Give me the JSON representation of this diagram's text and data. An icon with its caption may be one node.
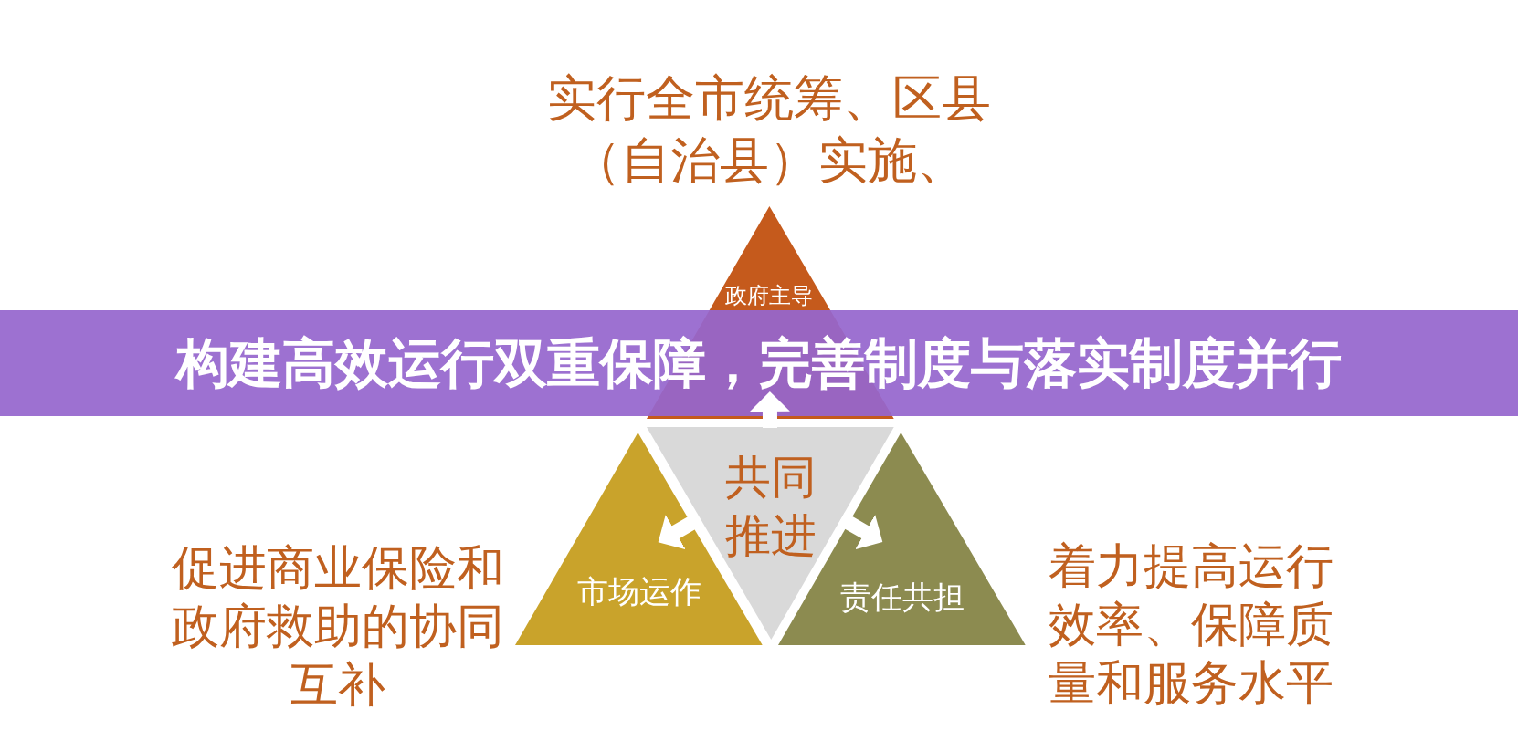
{
  "diagram": {
    "title": "构建高效运行双重保障，完善制度与落实制度并行",
    "nodes": [
      {
        "text": [
          "政府主导"
        ],
        "beside": [
          "实行全市统筹、区县（自治县）实施、"
        ]
      },
      {
        "text": [
          "共同推进"
        ]
      },
      {
        "text": [
          "市场运作"
        ],
        "beside": [
          "促进商业保险和政府救助的协同互补"
        ]
      },
      {
        "text": [
          "责任共担"
        ],
        "beside": [
          "着力提高运行效率、保障质量和服务水平"
        ]
      }
    ],
    "edges": [
      {
        "from": 1,
        "to": 0,
        "arrow": "to"
      },
      {
        "from": 1,
        "to": 2,
        "arrow": "to"
      },
      {
        "from": 1,
        "to": 3,
        "arrow": "to"
      }
    ]
  }
}
